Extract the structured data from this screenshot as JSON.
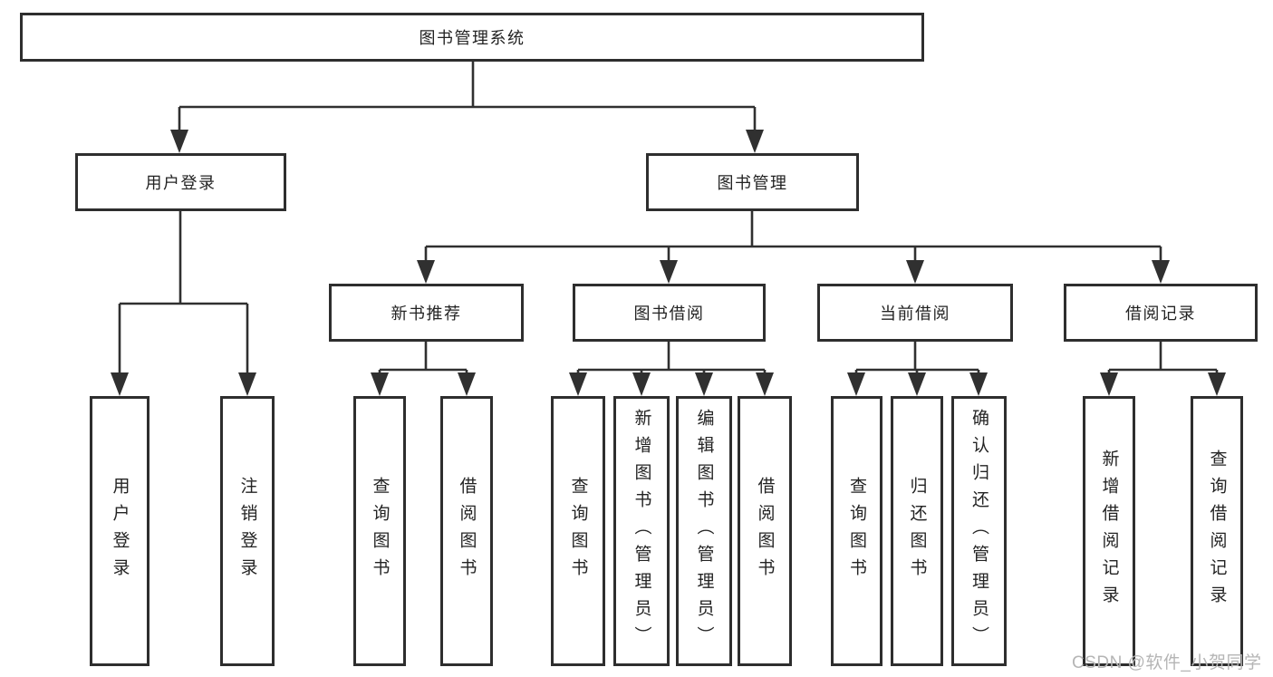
{
  "diagram": {
    "type": "hierarchy",
    "root": {
      "label": "图书管理系统",
      "children": [
        {
          "label": "用户登录",
          "children": [
            {
              "label": "用户登录"
            },
            {
              "label": "注销登录"
            }
          ]
        },
        {
          "label": "图书管理",
          "children": [
            {
              "label": "新书推荐",
              "children": [
                {
                  "label": "查询图书"
                },
                {
                  "label": "借阅图书"
                }
              ]
            },
            {
              "label": "图书借阅",
              "children": [
                {
                  "label": "查询图书"
                },
                {
                  "label": "新增图书（管理员）"
                },
                {
                  "label": "编辑图书（管理员）"
                },
                {
                  "label": "借阅图书"
                }
              ]
            },
            {
              "label": "当前借阅",
              "children": [
                {
                  "label": "查询图书"
                },
                {
                  "label": "归还图书"
                },
                {
                  "label": "确认归还（管理员）"
                }
              ]
            },
            {
              "label": "借阅记录",
              "children": [
                {
                  "label": "新增借阅记录"
                },
                {
                  "label": "查询借阅记录"
                }
              ]
            }
          ]
        }
      ]
    },
    "colors": {
      "line": "#303030",
      "border": "#2e2e2e",
      "text": "#232323",
      "watermark": "#b5b5b5"
    }
  },
  "watermark": {
    "text": "CSDN @软件_小贺同学"
  }
}
